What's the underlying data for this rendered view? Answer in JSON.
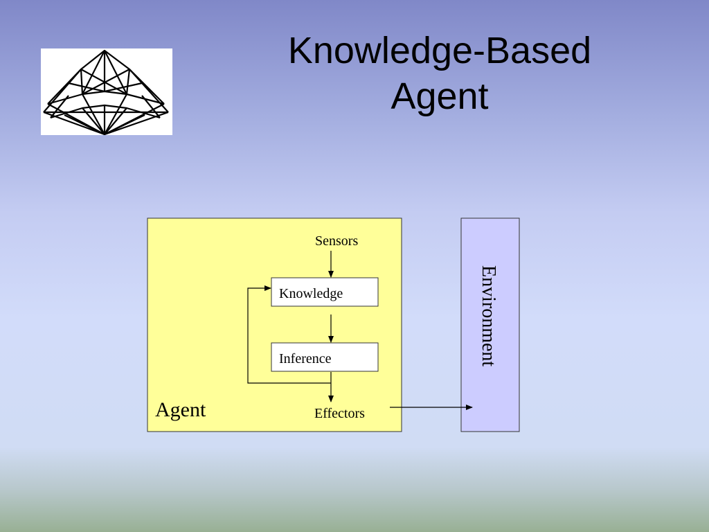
{
  "slide": {
    "title_line1": "Knowledge-Based",
    "title_line2": "Agent",
    "logo_icon": "diamond-wireframe-icon"
  },
  "diagram": {
    "agent_label": "Agent",
    "environment_label": "Environment",
    "sensors_label": "Sensors",
    "knowledge_label": "Knowledge",
    "inference_label": "Inference",
    "effectors_label": "Effectors",
    "colors": {
      "agent_fill": "#ffff99",
      "environment_fill": "#ccccff",
      "box_fill": "#ffffff",
      "stroke": "#000000"
    }
  }
}
